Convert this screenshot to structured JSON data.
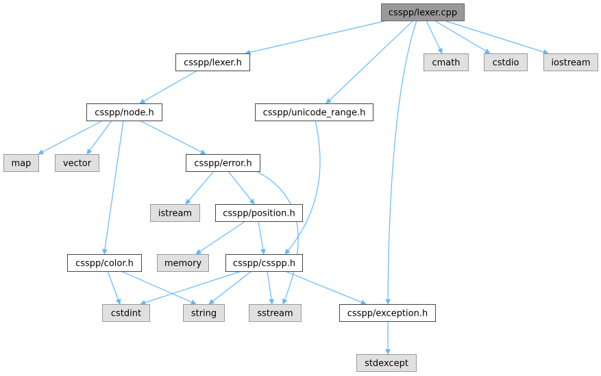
{
  "diagram": {
    "colors": {
      "edge": "#63b8ff",
      "root_fill": "#999999",
      "root_border": "#666666",
      "project_fill": "#ffffff",
      "project_border": "#444444",
      "system_fill": "#e0e0e0",
      "system_border": "#999999",
      "text": "#000000"
    },
    "nodes": [
      {
        "id": "lexer_cpp",
        "label": "csspp/lexer.cpp",
        "kind": "root"
      },
      {
        "id": "lexer_h",
        "label": "csspp/lexer.h",
        "kind": "project"
      },
      {
        "id": "cmath",
        "label": "cmath",
        "kind": "system"
      },
      {
        "id": "cstdio",
        "label": "cstdio",
        "kind": "system"
      },
      {
        "id": "iostream",
        "label": "iostream",
        "kind": "system"
      },
      {
        "id": "node_h",
        "label": "csspp/node.h",
        "kind": "project"
      },
      {
        "id": "unicode_range_h",
        "label": "csspp/unicode_range.h",
        "kind": "project"
      },
      {
        "id": "map",
        "label": "map",
        "kind": "system"
      },
      {
        "id": "vector",
        "label": "vector",
        "kind": "system"
      },
      {
        "id": "error_h",
        "label": "csspp/error.h",
        "kind": "project"
      },
      {
        "id": "istream",
        "label": "istream",
        "kind": "system"
      },
      {
        "id": "position_h",
        "label": "csspp/position.h",
        "kind": "project"
      },
      {
        "id": "color_h",
        "label": "csspp/color.h",
        "kind": "project"
      },
      {
        "id": "memory",
        "label": "memory",
        "kind": "system"
      },
      {
        "id": "csspp_h",
        "label": "csspp/csspp.h",
        "kind": "project"
      },
      {
        "id": "cstdint",
        "label": "cstdint",
        "kind": "system"
      },
      {
        "id": "string",
        "label": "string",
        "kind": "system"
      },
      {
        "id": "sstream",
        "label": "sstream",
        "kind": "system"
      },
      {
        "id": "exception_h",
        "label": "csspp/exception.h",
        "kind": "project"
      },
      {
        "id": "stdexcept",
        "label": "stdexcept",
        "kind": "system"
      }
    ],
    "edges": [
      {
        "from": "lexer_cpp",
        "to": "lexer_h"
      },
      {
        "from": "lexer_cpp",
        "to": "unicode_range_h"
      },
      {
        "from": "lexer_cpp",
        "to": "exception_h"
      },
      {
        "from": "lexer_cpp",
        "to": "cmath"
      },
      {
        "from": "lexer_cpp",
        "to": "cstdio"
      },
      {
        "from": "lexer_cpp",
        "to": "iostream"
      },
      {
        "from": "lexer_h",
        "to": "node_h"
      },
      {
        "from": "node_h",
        "to": "map"
      },
      {
        "from": "node_h",
        "to": "vector"
      },
      {
        "from": "node_h",
        "to": "error_h"
      },
      {
        "from": "node_h",
        "to": "color_h"
      },
      {
        "from": "unicode_range_h",
        "to": "csspp_h"
      },
      {
        "from": "error_h",
        "to": "istream"
      },
      {
        "from": "error_h",
        "to": "position_h"
      },
      {
        "from": "error_h",
        "to": "sstream"
      },
      {
        "from": "position_h",
        "to": "memory"
      },
      {
        "from": "position_h",
        "to": "csspp_h"
      },
      {
        "from": "color_h",
        "to": "cstdint"
      },
      {
        "from": "color_h",
        "to": "string"
      },
      {
        "from": "csspp_h",
        "to": "cstdint"
      },
      {
        "from": "csspp_h",
        "to": "string"
      },
      {
        "from": "csspp_h",
        "to": "sstream"
      },
      {
        "from": "csspp_h",
        "to": "exception_h"
      },
      {
        "from": "exception_h",
        "to": "stdexcept"
      }
    ]
  }
}
